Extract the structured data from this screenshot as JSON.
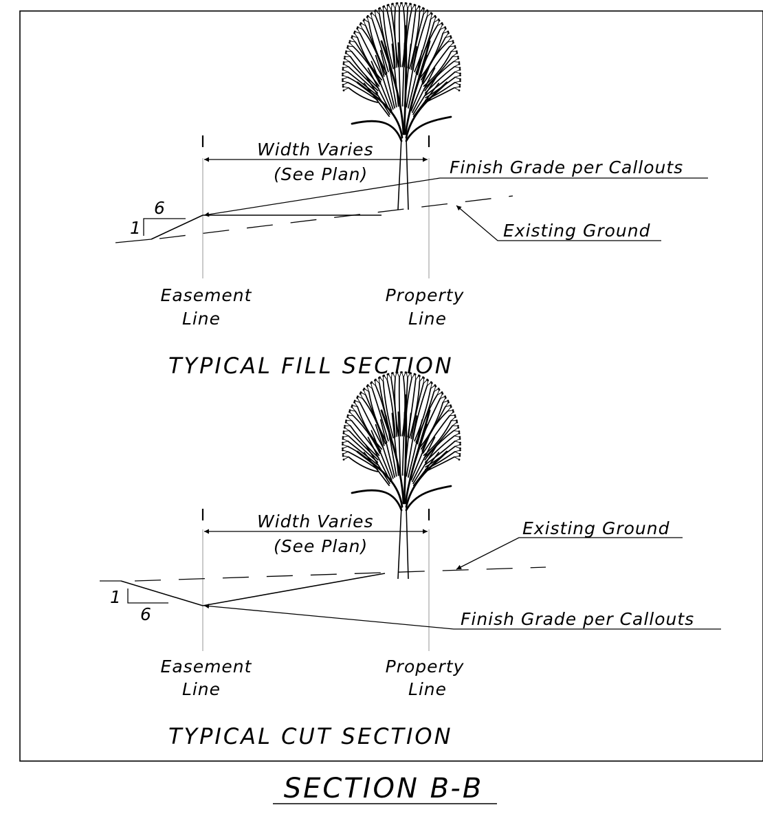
{
  "fill_section": {
    "dimension_label_1": "Width Varies",
    "dimension_label_2": "(See Plan)",
    "finish_grade_label": "Finish Grade per Callouts",
    "existing_ground_label": "Existing Ground",
    "slope_rise": "1",
    "slope_run": "6",
    "easement_label_1": "Easement",
    "easement_label_2": "Line",
    "property_label_1": "Property",
    "property_label_2": "Line",
    "title": "TYPICAL FILL SECTION"
  },
  "cut_section": {
    "dimension_label_1": "Width Varies",
    "dimension_label_2": "(See Plan)",
    "finish_grade_label": "Finish Grade per Callouts",
    "existing_ground_label": "Existing Ground",
    "slope_rise": "1",
    "slope_run": "6",
    "easement_label_1": "Easement",
    "easement_label_2": "Line",
    "property_label_1": "Property",
    "property_label_2": "Line",
    "title": "TYPICAL CUT SECTION"
  },
  "section_title": "SECTION B-B",
  "icons": {
    "tree": "tree-icon"
  }
}
